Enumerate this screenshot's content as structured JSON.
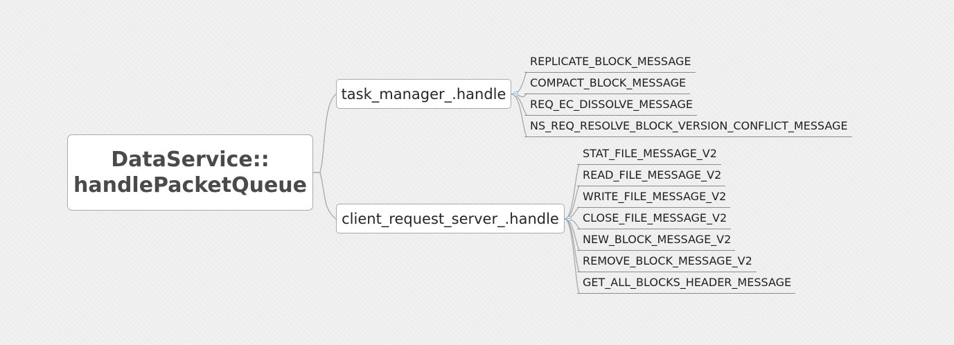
{
  "root": {
    "line1": "DataService::",
    "line2": "handlePacketQueue"
  },
  "branches": [
    {
      "label": "task_manager_.handle",
      "children": [
        "REPLICATE_BLOCK_MESSAGE",
        "COMPACT_BLOCK_MESSAGE",
        "REQ_EC_DISSOLVE_MESSAGE",
        "NS_REQ_RESOLVE_BLOCK_VERSION_CONFLICT_MESSAGE"
      ]
    },
    {
      "label": "client_request_server_.handle",
      "children": [
        "STAT_FILE_MESSAGE_V2",
        "READ_FILE_MESSAGE_V2",
        "WRITE_FILE_MESSAGE_V2",
        "CLOSE_FILE_MESSAGE_V2",
        "NEW_BLOCK_MESSAGE_V2",
        "REMOVE_BLOCK_MESSAGE_V2",
        "GET_ALL_BLOCKS_HEADER_MESSAGE"
      ]
    }
  ]
}
